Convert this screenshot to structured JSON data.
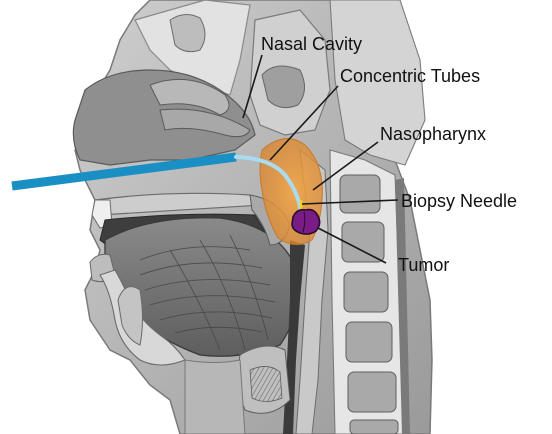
{
  "labels": {
    "nasal_cavity": "Nasal Cavity",
    "concentric_tubes": "Concentric Tubes",
    "nasopharynx": "Nasopharynx",
    "biopsy_needle": "Biopsy Needle",
    "tumor": "Tumor"
  },
  "colors": {
    "outer_tube": "#1a8fc4",
    "inner_tube": "#a9dcf2",
    "nasopharynx_region": "#e39a3c",
    "needle": "#f3d31a",
    "tumor": "#7a1c86",
    "anatomy_gray": "#8c8c8c",
    "anatomy_light": "#d9d9d9",
    "anatomy_dark": "#4f4f4f"
  }
}
